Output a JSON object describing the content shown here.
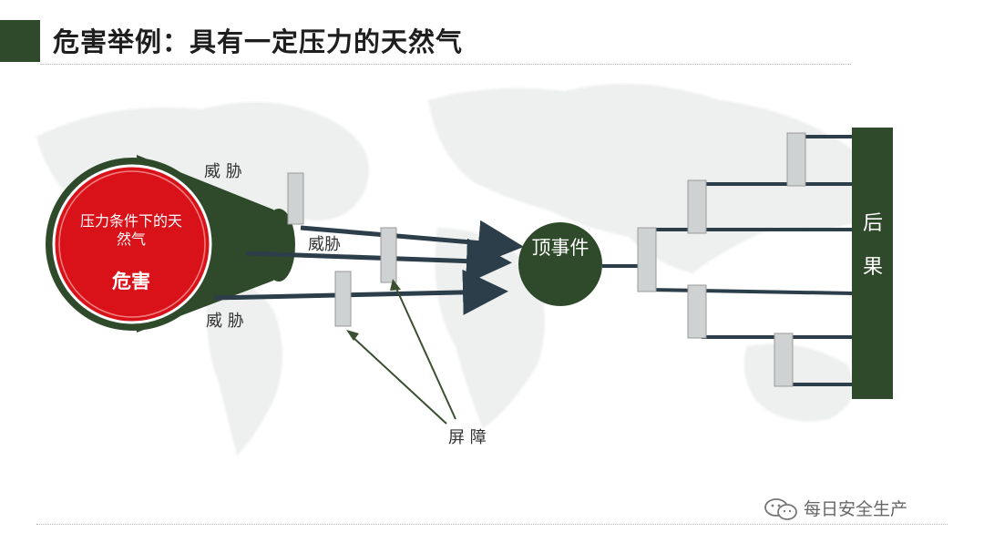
{
  "title": "危害举例：具有一定压力的天然气",
  "hazard": {
    "description": "压力条件下的天然气",
    "label": "危害"
  },
  "threat_labels": [
    "威 胁",
    "威胁",
    "威 胁"
  ],
  "top_event": "顶事件",
  "barrier_label": "屏 障",
  "consequence_label": [
    "后",
    "果"
  ],
  "watermark": "每日安全生产",
  "colors": {
    "accent_dark_green": "#2f4a2a",
    "hazard_red": "#d9121a",
    "barrier_gray": "#cfd2d2",
    "arrow_blue_gray": "#2c3e4a"
  },
  "icons": [
    "wechat-icon"
  ]
}
